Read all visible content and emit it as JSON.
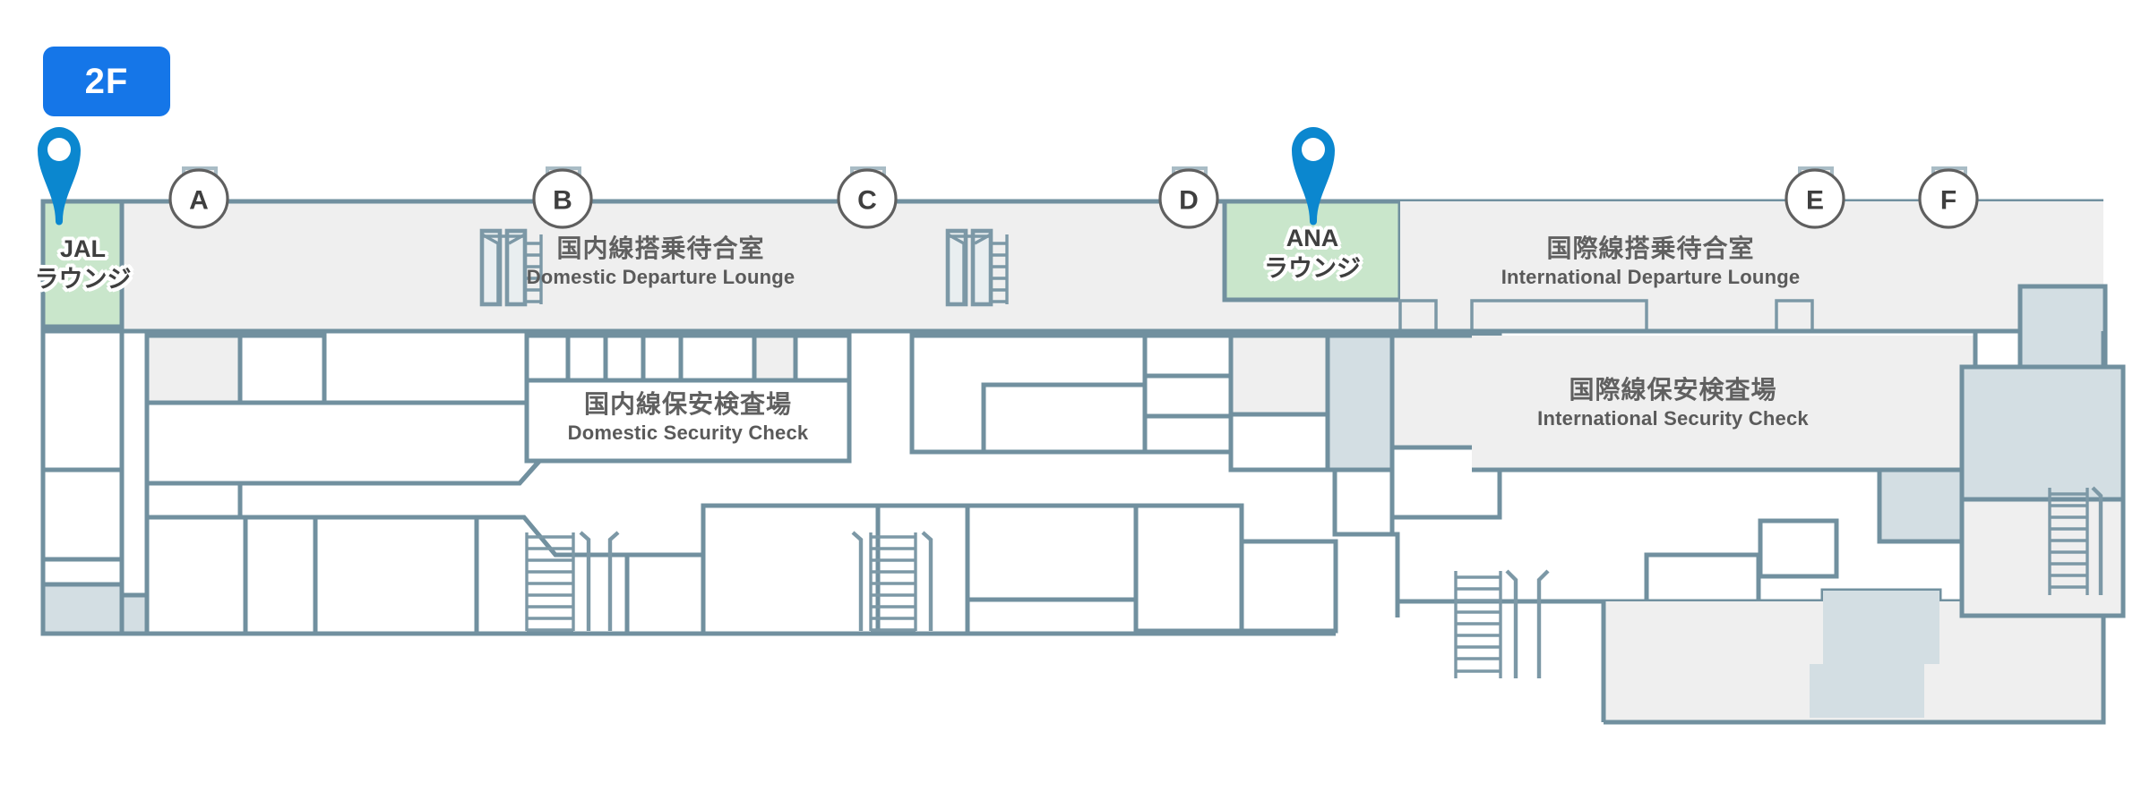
{
  "floor": {
    "badge_label": "2F"
  },
  "gates": [
    {
      "id": "A",
      "label": "A"
    },
    {
      "id": "B",
      "label": "B"
    },
    {
      "id": "C",
      "label": "C"
    },
    {
      "id": "D",
      "label": "D"
    },
    {
      "id": "E",
      "label": "E"
    },
    {
      "id": "F",
      "label": "F"
    }
  ],
  "zones": [
    {
      "id": "domestic-departure-lounge",
      "jp": "国内線搭乗待合室",
      "en": "Domestic Departure Lounge"
    },
    {
      "id": "international-departure-lounge",
      "jp": "国際線搭乗待合室",
      "en": "International Departure Lounge"
    },
    {
      "id": "domestic-security-check",
      "jp": "国内線保安検査場",
      "en": "Domestic Security Check"
    },
    {
      "id": "international-security-check",
      "jp": "国際線保安検査場",
      "en": "International Security Check"
    }
  ],
  "lounges": [
    {
      "id": "jal-lounge",
      "name": "JAL",
      "suffix": "ラウンジ",
      "pin": true
    },
    {
      "id": "ana-lounge",
      "name": "ANA",
      "suffix": "ラウンジ",
      "pin": true
    }
  ],
  "colors": {
    "badge_blue": "#1576e8",
    "pin_blue": "#0b87cf",
    "lounge_green": "#c9e6cb",
    "wall_gray": "#71909f",
    "room_light": "#efefef",
    "room_blue": "#d3dee3",
    "text_gray": "#606060"
  },
  "icons": {
    "escalator": "escalator-icon",
    "stairs": "stairs-icon",
    "map_pin": "map-pin-icon",
    "gate_marker": "gate-marker-icon"
  }
}
